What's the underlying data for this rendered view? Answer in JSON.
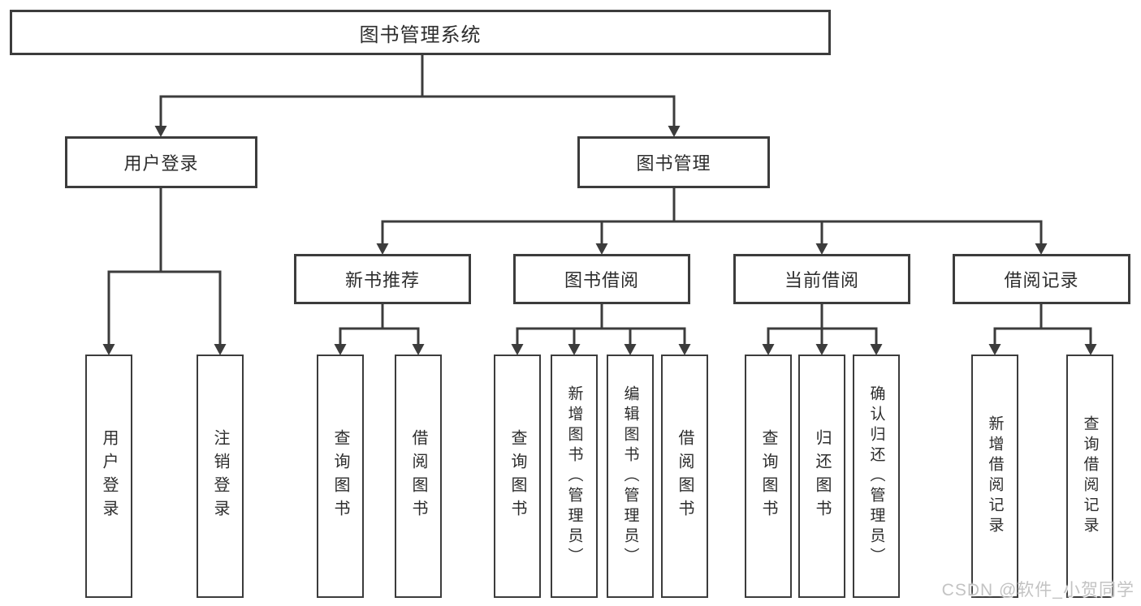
{
  "diagram": {
    "tree": {
      "label": "图书管理系统",
      "children": [
        {
          "label": "用户登录",
          "children": [
            {
              "label": "用户登录"
            },
            {
              "label": "注销登录"
            }
          ]
        },
        {
          "label": "图书管理",
          "children": [
            {
              "label": "新书推荐",
              "children": [
                {
                  "label": "查询图书"
                },
                {
                  "label": "借阅图书"
                }
              ]
            },
            {
              "label": "图书借阅",
              "children": [
                {
                  "label": "查询图书"
                },
                {
                  "label": "新增图书（管理员）"
                },
                {
                  "label": "编辑图书（管理员）"
                },
                {
                  "label": "借阅图书"
                }
              ]
            },
            {
              "label": "当前借阅",
              "children": [
                {
                  "label": "查询图书"
                },
                {
                  "label": "归还图书"
                },
                {
                  "label": "确认归还（管理员）"
                }
              ]
            },
            {
              "label": "借阅记录",
              "children": [
                {
                  "label": "新增借阅记录"
                },
                {
                  "label": "查询借阅记录"
                }
              ]
            }
          ]
        }
      ]
    },
    "watermark": "CSDN @软件_小贺同学",
    "colors": {
      "line": "#3c3c3c",
      "text": "#2d2d2d",
      "background": "#ffffff",
      "watermark": "#c3c3c3"
    }
  }
}
